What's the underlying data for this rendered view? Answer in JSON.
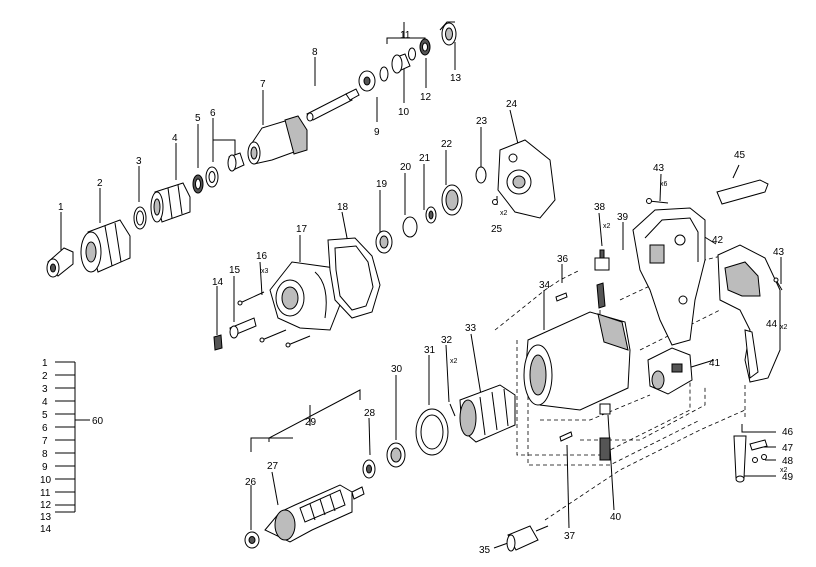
{
  "callouts": {
    "p1": "1",
    "p2": "2",
    "p3": "3",
    "p4": "4",
    "p5": "5",
    "p6": "6",
    "p7": "7",
    "p8": "8",
    "p9": "9",
    "p10": "10",
    "p11": "11",
    "p12": "12",
    "p13": "13",
    "p14": "14",
    "p15": "15",
    "p16": "16",
    "p17": "17",
    "p18": "18",
    "p19": "19",
    "p20": "20",
    "p21": "21",
    "p22": "22",
    "p23": "23",
    "p24": "24",
    "p25": "25",
    "p26": "26",
    "p27": "27",
    "p28": "28",
    "p29": "29",
    "p30": "30",
    "p31": "31",
    "p32": "32",
    "p33": "33",
    "p34": "34",
    "p35": "35",
    "p36": "36",
    "p37": "37",
    "p38": "38",
    "p39": "39",
    "p40": "40",
    "p41": "41",
    "p42": "42",
    "p43a": "43",
    "p43b": "43",
    "p44": "44",
    "p45": "45",
    "p46": "46",
    "p47": "47",
    "p48": "48",
    "p49": "49",
    "p60": "60"
  },
  "quantities": {
    "q16": "x3",
    "q25": "x2",
    "q32": "x2",
    "q38": "x2",
    "q43": "x6",
    "q44": "x2",
    "q48": "x2"
  },
  "kit_list": [
    "1",
    "2",
    "3",
    "4",
    "5",
    "6",
    "7",
    "8",
    "9",
    "10",
    "11",
    "12",
    "13",
    "14"
  ]
}
